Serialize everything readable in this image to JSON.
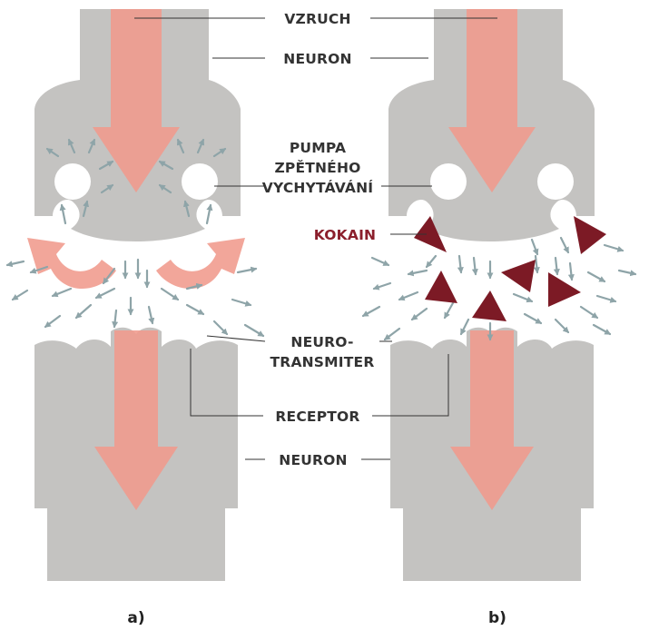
{
  "labels": {
    "impulse": "VZRUCH",
    "neuron_top": "NEURON",
    "pump_line1": "PUMPA",
    "pump_line2": "ZPĚTNÉHO",
    "pump_line3": "VYCHYTÁVÁNÍ",
    "cocaine": "KOKAIN",
    "nt_line1": "NEURO-",
    "nt_line2": "TRANSMITER",
    "receptor": "RECEPTOR",
    "neuron_bottom": "NEURON"
  },
  "panels": {
    "left": "a)",
    "right": "b)"
  },
  "colors": {
    "neuron": "#c4c3c1",
    "impulse_arrow": "#f09a8c",
    "neurotransmitter": "#8ea4a8",
    "cocaine": "#7c1a25"
  }
}
